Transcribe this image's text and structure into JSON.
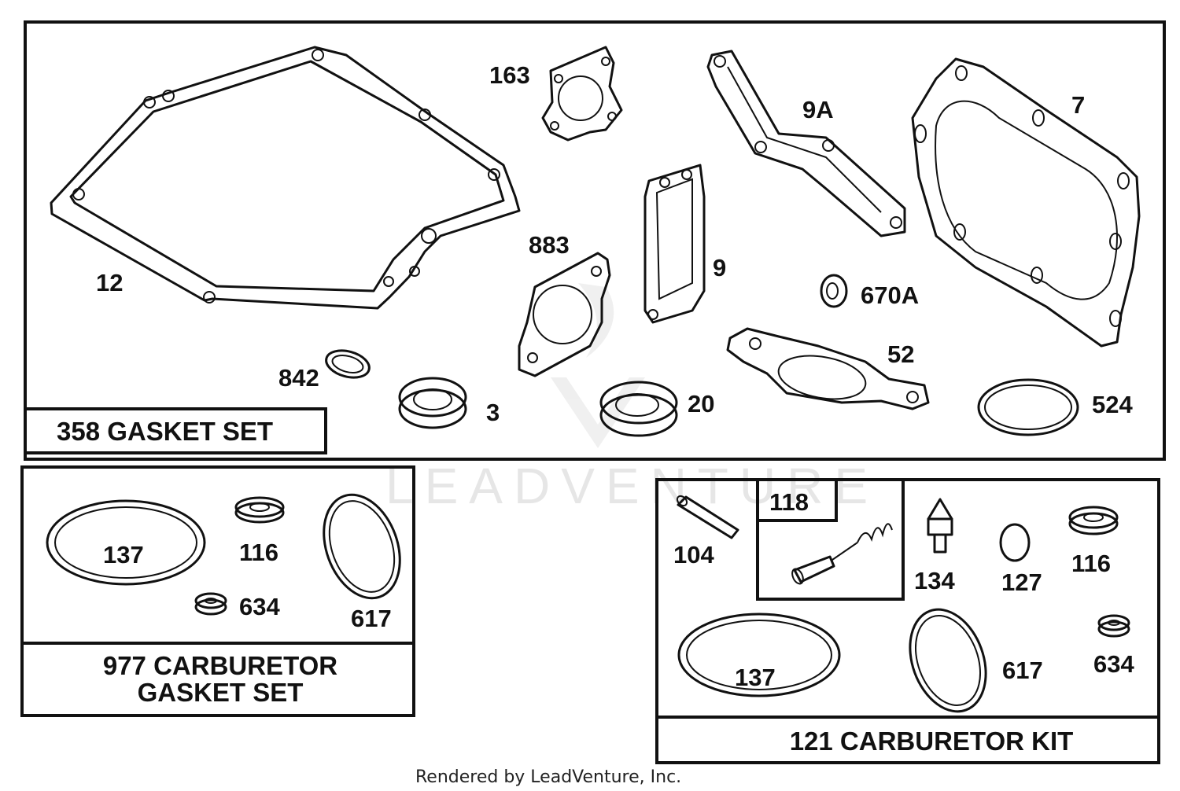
{
  "watermark": "LEADVENTURE",
  "footer": "Rendered by LeadVenture, Inc.",
  "sections": {
    "gasket_set": {
      "title": "358 GASKET SET",
      "parts": [
        "12",
        "163",
        "9A",
        "7",
        "883",
        "9",
        "670A",
        "842",
        "3",
        "20",
        "52",
        "524"
      ]
    },
    "carb_gasket_set": {
      "title_line1": "977 CARBURETOR",
      "title_line2": "GASKET SET",
      "parts": [
        "137",
        "116",
        "634",
        "617"
      ]
    },
    "carb_kit": {
      "title": "121 CARBURETOR KIT",
      "parts": [
        "104",
        "118",
        "134",
        "127",
        "116",
        "137",
        "617",
        "634"
      ]
    }
  }
}
